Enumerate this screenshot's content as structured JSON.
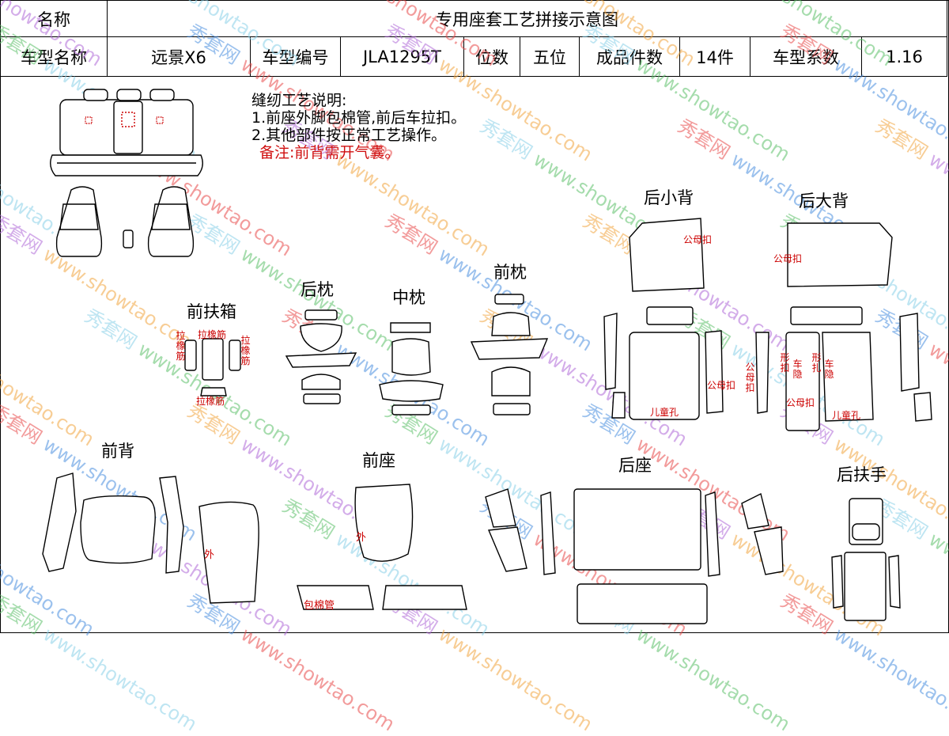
{
  "header": {
    "name_label": "名称",
    "title": "专用座套工艺拼接示意图",
    "model_name_label": "车型名称",
    "model_name": "远景X6",
    "model_code_label": "车型编号",
    "model_code": "JLA1295T",
    "seats_label": "位数",
    "seats": "五位",
    "pieces_label": "成品件数",
    "pieces": "14件",
    "coef_label": "车型系数",
    "coef": "1.16"
  },
  "notes": {
    "heading": "缝纫工艺说明:",
    "line1": "1.前座外脚包棉管,前后车拉扣。",
    "line2": "2.其他部件按正常工艺操作。",
    "remark": "备注:前背需开气囊。"
  },
  "sections": {
    "front_armrest_box": "前扶箱",
    "rear_pillow": "后枕",
    "middle_pillow": "中枕",
    "front_pillow": "前枕",
    "rear_small_back": "后小背",
    "rear_big_back": "后大背",
    "front_back": "前背",
    "front_seat": "前座",
    "rear_seat": "后座",
    "rear_armrest": "后扶手"
  },
  "tags": {
    "elastic_rib": "拉橡筋",
    "snap": "公母扣",
    "child_hole": "儿童孔",
    "outer": "外",
    "cotton_pipe": "包棉管",
    "hidden_car": "车隐",
    "shape_snap": "形扣",
    "shape_tie": "形扎"
  },
  "watermark": {
    "text_cn": "秀套网",
    "text_en": "www.showtao.com",
    "colors": [
      "#e84a4a",
      "#f2a640",
      "#5cc06a",
      "#4a8fe0",
      "#b06ad8",
      "#8ad0e8"
    ]
  }
}
